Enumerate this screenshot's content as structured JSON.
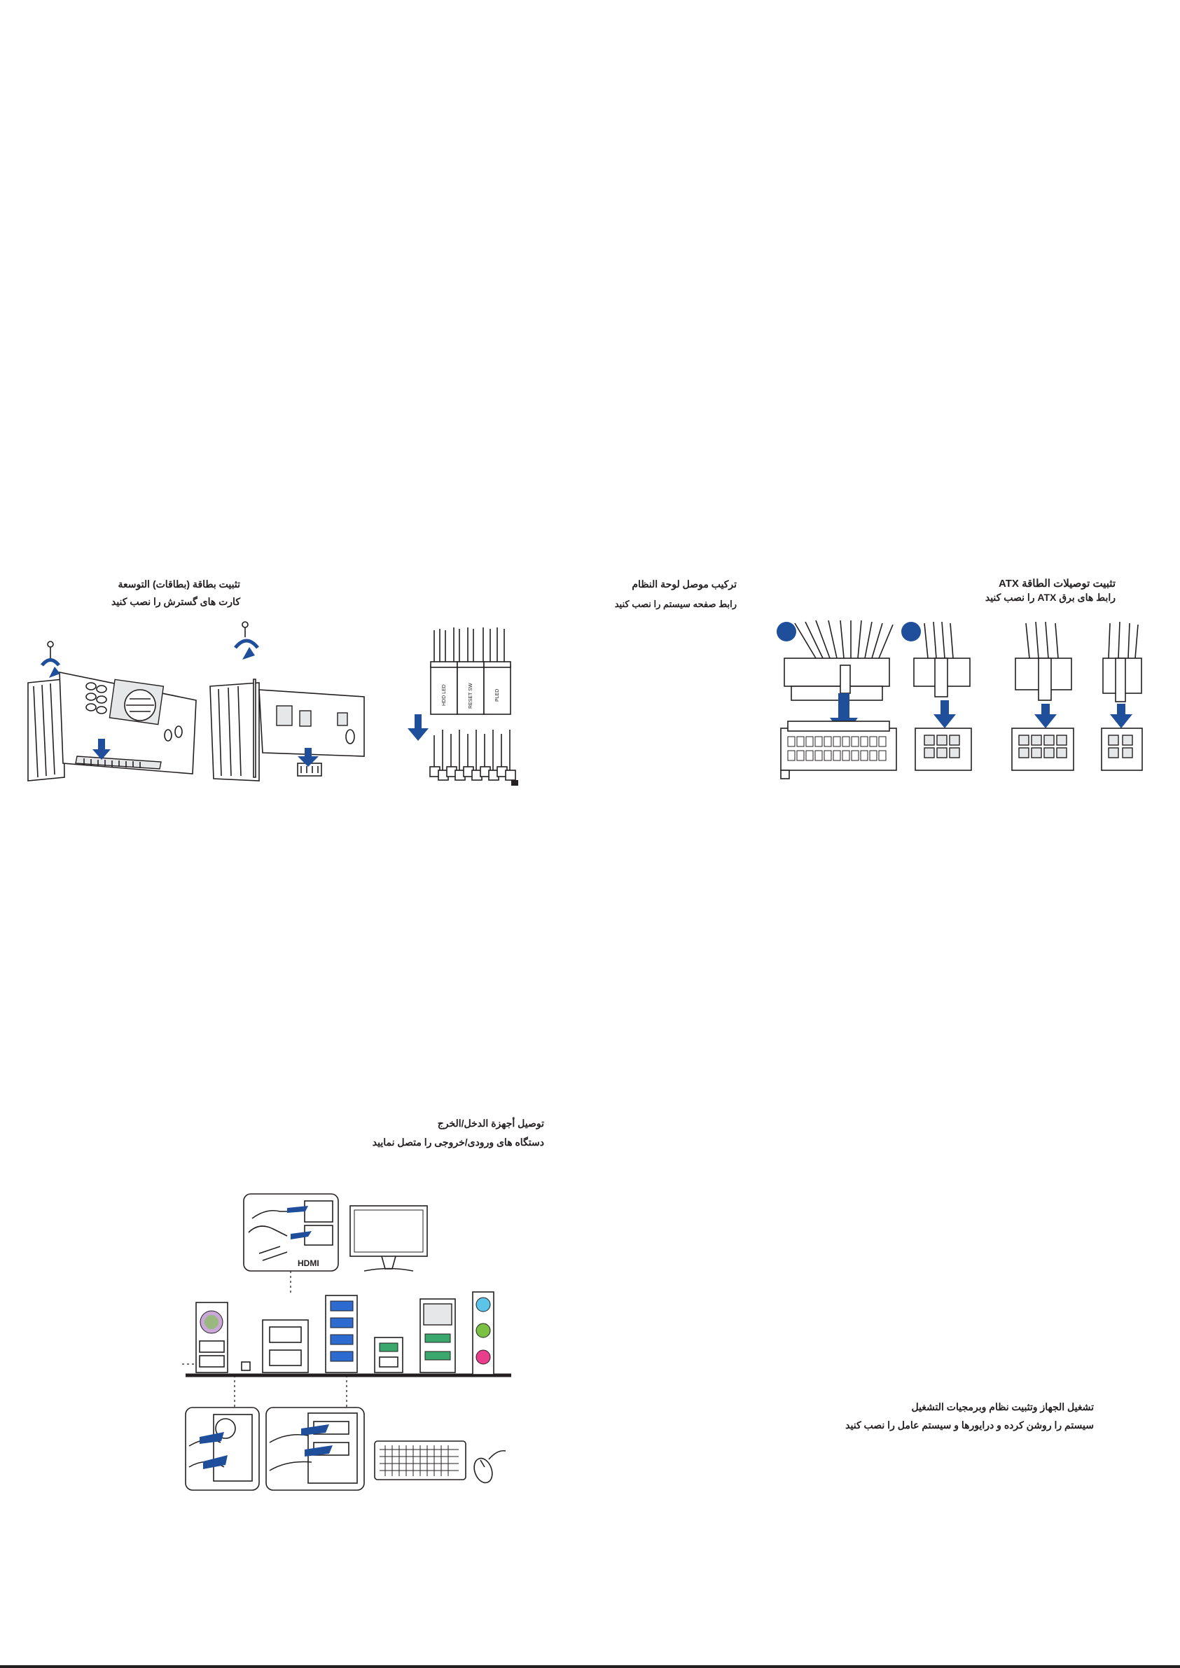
{
  "sections": {
    "expansion": {
      "title_ar": "تثبيت بطاقة (بطاقات) التوسعة",
      "title_fa": "کارت های گسترش را نصب کنید"
    },
    "panel": {
      "title_ar": "تركيب موصل لوحة النظام",
      "title_fa": "رابط صفحه سیستم را نصب کنید",
      "labels": [
        "HDD LED",
        "RESET SW",
        "PLED"
      ]
    },
    "atx": {
      "title_ar_text": "تثبيت توصيلات الطاقة",
      "title_ar_ltr": "ATX",
      "title_fa_pre": "رابط های برق",
      "title_fa_ltr": "ATX",
      "title_fa_post": "را نصب کنید"
    },
    "io": {
      "title_ar": "توصيل أجهزة الدخل/الخرج",
      "title_fa": "دستگاه های ورودی/خروجی را متصل نمایید",
      "hdmi_logo": "HDMI"
    },
    "power_on": {
      "title_ar": "تشغيل الجهاز وتثبيت نظام وبرمجيات التشغيل",
      "title_fa": "سیستم را روشن کرده و درایورها و سیستم عامل را نصب کنید"
    }
  },
  "colors": {
    "accent_blue": "#1f4e9a",
    "ink": "#231f20",
    "usb_blue": "#2e6bd1",
    "audio_blue": "#5bc4e8",
    "audio_green": "#7ac143",
    "audio_pink": "#e83e8c"
  },
  "icons": [
    "screw-icon",
    "rotate-arrow-icon",
    "down-arrow-icon",
    "monitor-icon",
    "keyboard-icon",
    "mouse-icon"
  ]
}
